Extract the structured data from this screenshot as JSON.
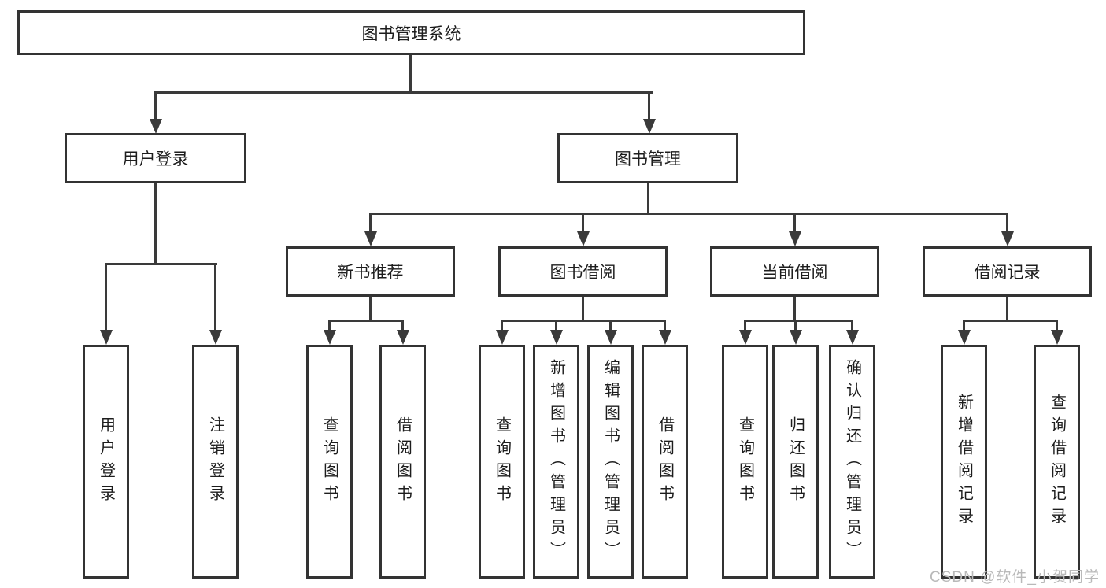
{
  "diagram": {
    "type": "tree",
    "nodes": {
      "root": {
        "id": "library-management-system",
        "label": "图书管理系统"
      },
      "level2": [
        {
          "id": "user-login",
          "label": "用户登录",
          "parent": "library-management-system"
        },
        {
          "id": "book-management",
          "label": "图书管理",
          "parent": "library-management-system"
        }
      ],
      "level3": [
        {
          "id": "new-book-recommend",
          "label": "新书推荐",
          "parent": "book-management"
        },
        {
          "id": "book-borrow",
          "label": "图书借阅",
          "parent": "book-management"
        },
        {
          "id": "current-borrow",
          "label": "当前借阅",
          "parent": "book-management"
        },
        {
          "id": "borrow-records",
          "label": "借阅记录",
          "parent": "book-management"
        }
      ],
      "leaves": [
        {
          "id": "user-login-leaf",
          "label": "用户登录",
          "parent": "user-login"
        },
        {
          "id": "logout-leaf",
          "label": "注销登录",
          "parent": "user-login"
        },
        {
          "id": "nb-query-book",
          "label": "查询图书",
          "parent": "new-book-recommend"
        },
        {
          "id": "nb-borrow-book",
          "label": "借阅图书",
          "parent": "new-book-recommend"
        },
        {
          "id": "bb-query-book",
          "label": "查询图书",
          "parent": "book-borrow"
        },
        {
          "id": "bb-add-book",
          "label": "新增图书（管理员）",
          "parent": "book-borrow"
        },
        {
          "id": "bb-edit-book",
          "label": "编辑图书（管理员）",
          "parent": "book-borrow"
        },
        {
          "id": "bb-borrow-book",
          "label": "借阅图书",
          "parent": "book-borrow"
        },
        {
          "id": "cb-query-book",
          "label": "查询图书",
          "parent": "current-borrow"
        },
        {
          "id": "cb-return-book",
          "label": "归还图书",
          "parent": "current-borrow"
        },
        {
          "id": "cb-confirm-return",
          "label": "确认归还（管理员）",
          "parent": "current-borrow"
        },
        {
          "id": "br-add-record",
          "label": "新增借阅记录",
          "parent": "borrow-records"
        },
        {
          "id": "br-query-record",
          "label": "查询借阅记录",
          "parent": "borrow-records"
        }
      ]
    },
    "colors": {
      "background": "#ffffff",
      "box_border": "#333333",
      "line": "#3a3a3a",
      "text": "#1d1d1d",
      "watermark": "#b9b9b9"
    }
  },
  "watermark": {
    "text": "CSDN @软件_小贺同学"
  }
}
